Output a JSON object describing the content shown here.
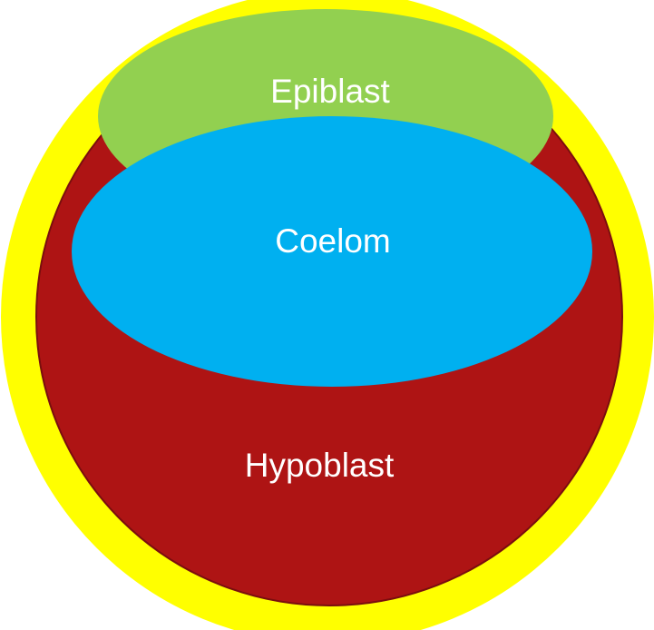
{
  "diagram": {
    "labels": {
      "epiblast": "Epiblast",
      "coelom": "Coelom",
      "hypoblast": "Hypoblast"
    },
    "colors": {
      "outer_ring": "#ffff00",
      "hypoblast": "#ae1414",
      "hypoblast_edge": "#7a0e0e",
      "epiblast": "#92d050",
      "coelom": "#00b0f0",
      "label_text": "#ffffff"
    }
  }
}
